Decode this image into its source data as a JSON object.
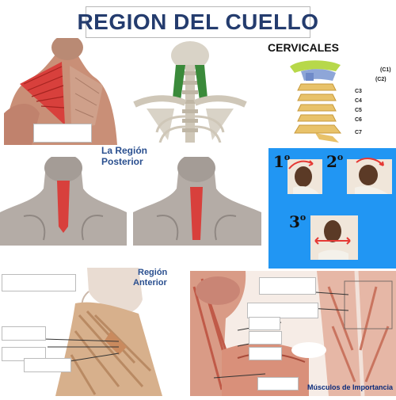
{
  "title": "REGION DEL CUELLO",
  "cervicales": {
    "heading": "CERVICALES",
    "labels": [
      "(C1)",
      "(C2)",
      "C3",
      "C4",
      "C5",
      "C6",
      "C7"
    ]
  },
  "posterior": {
    "line1": "La Región",
    "line2": "Posterior"
  },
  "anterior": {
    "line1": "Región",
    "line2": "Anterior"
  },
  "movements": [
    "1",
    "2",
    "3"
  ],
  "movement_sup": "o",
  "bottom_caption": "Músculos de Importancia",
  "colors": {
    "title": "#243c6e",
    "accent_blue": "#2196f3",
    "muscle_red": "#d8403c",
    "muscle_green": "#3a8a3a"
  }
}
